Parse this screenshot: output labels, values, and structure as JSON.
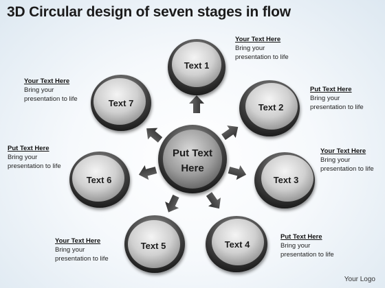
{
  "title": "3D Circular design of seven stages in flow",
  "center": {
    "line1": "Put Text",
    "line2": "Here"
  },
  "nodes": [
    {
      "label": "Text 1",
      "icon": "circle-node"
    },
    {
      "label": "Text 2",
      "icon": "circle-node"
    },
    {
      "label": "Text 3",
      "icon": "circle-node"
    },
    {
      "label": "Text 4",
      "icon": "circle-node"
    },
    {
      "label": "Text 5",
      "icon": "circle-node"
    },
    {
      "label": "Text 6",
      "icon": "circle-node"
    },
    {
      "label": "Text 7",
      "icon": "circle-node"
    }
  ],
  "callouts": [
    {
      "heading": "Your Text Here",
      "line1": "Bring your",
      "line2": "presentation to life"
    },
    {
      "heading": "Put Text Here",
      "line1": "Bring your",
      "line2": "presentation to life"
    },
    {
      "heading": "Your Text Here",
      "line1": "Bring your",
      "line2": "presentation to life"
    },
    {
      "heading": "Put Text Here",
      "line1": "Bring your",
      "line2": "presentation to life"
    },
    {
      "heading": "Your Text Here",
      "line1": "Bring your",
      "line2": "presentation to life"
    },
    {
      "heading": "Put Text Here",
      "line1": "Bring your",
      "line2": "presentation to life"
    },
    {
      "heading": "Your Text Here",
      "line1": "Bring your",
      "line2": "presentation to life"
    }
  ],
  "logo": "Your Logo",
  "colors": {
    "node_rim": "#3a3a3a",
    "node_face": "#d6d6d6",
    "arrow": "#4a4a4a",
    "title": "#1b1b1b"
  }
}
